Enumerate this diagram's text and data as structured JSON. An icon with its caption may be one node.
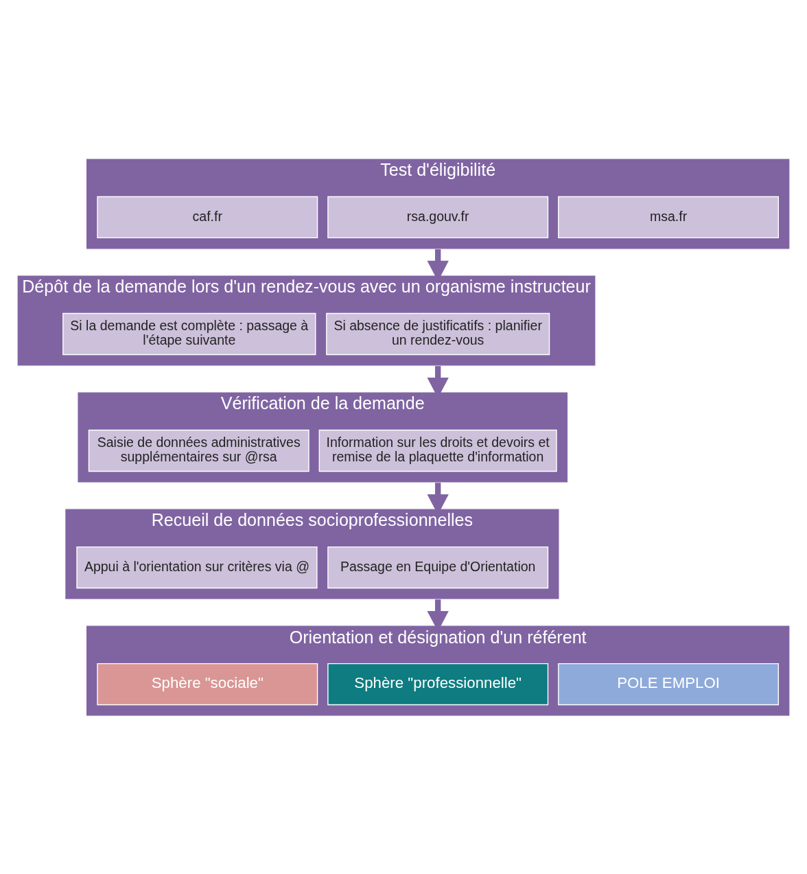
{
  "diagram": {
    "nodes": [
      {
        "text": [
          "Test d'éligibilité"
        ]
      },
      {
        "text": [
          "caf.fr"
        ],
        "in": 0
      },
      {
        "text": [
          "rsa.gouv.fr"
        ],
        "in": 0
      },
      {
        "text": [
          "msa.fr"
        ],
        "in": 0
      },
      {
        "text": [
          "Dépôt de la demande lors d'un rendez-vous avec un organisme instructeur"
        ]
      },
      {
        "text": [
          "Si la demande est complète : passage à l'étape suivante"
        ],
        "in": 4
      },
      {
        "text": [
          "Si absence de justificatifs : planifier un rendez-vous"
        ],
        "in": 4
      },
      {
        "text": [
          "Vérification de la demande"
        ]
      },
      {
        "text": [
          "Saisie de données administratives supplémentaires sur @rsa"
        ],
        "in": 7
      },
      {
        "text": [
          "Information sur les droits et devoirs et remise de la plaquette d'information"
        ],
        "in": 7
      },
      {
        "text": [
          "Recueil de données socioprofessionnelles"
        ]
      },
      {
        "text": [
          "Appui à l'orientation sur critères via @"
        ],
        "in": 10
      },
      {
        "text": [
          "Passage en Equipe d'Orientation"
        ],
        "in": 10
      },
      {
        "text": [
          "Orientation et désignation d'un référent"
        ]
      },
      {
        "text": [
          "Sphère \"sociale\""
        ],
        "in": 13
      },
      {
        "text": [
          "Sphère \"professionnelle\""
        ],
        "in": 13
      },
      {
        "text": [
          "POLE EMPLOI"
        ],
        "in": 13
      }
    ],
    "edges": [
      {
        "from": 0,
        "to": 4,
        "arrow": "to"
      },
      {
        "from": 4,
        "to": 7,
        "arrow": "to"
      },
      {
        "from": 7,
        "to": 10,
        "arrow": "to"
      },
      {
        "from": 10,
        "to": 13,
        "arrow": "to"
      }
    ]
  }
}
